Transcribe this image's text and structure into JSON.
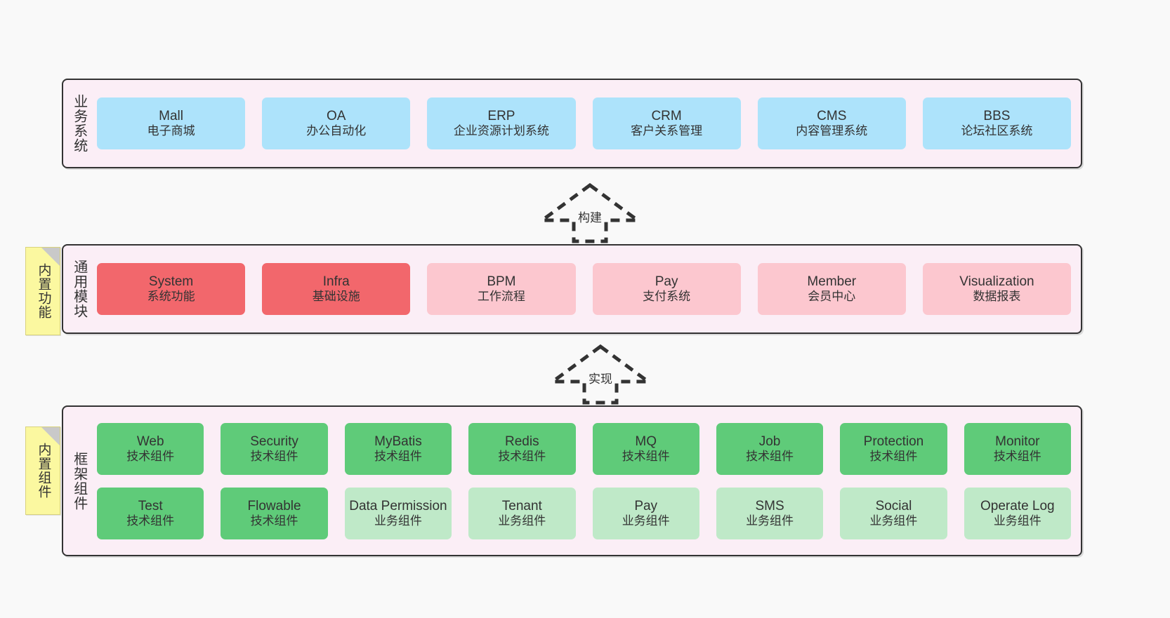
{
  "layers": [
    {
      "id": "business",
      "title": "业务系统",
      "rows": [
        {
          "style": "c-blue",
          "cards": [
            {
              "t1": "Mall",
              "t2": "电子商城"
            },
            {
              "t1": "OA",
              "t2": "办公自动化"
            },
            {
              "t1": "ERP",
              "t2": "企业资源计划系统"
            },
            {
              "t1": "CRM",
              "t2": "客户关系管理"
            },
            {
              "t1": "CMS",
              "t2": "内容管理系统"
            },
            {
              "t1": "BBS",
              "t2": "论坛社区系统"
            }
          ]
        }
      ]
    },
    {
      "id": "modules",
      "title": "通用模块",
      "rows": [
        {
          "cards": [
            {
              "t1": "System",
              "t2": "系统功能",
              "style": "c-red"
            },
            {
              "t1": "Infra",
              "t2": "基础设施",
              "style": "c-red"
            },
            {
              "t1": "BPM",
              "t2": "工作流程",
              "style": "c-pink"
            },
            {
              "t1": "Pay",
              "t2": "支付系统",
              "style": "c-pink"
            },
            {
              "t1": "Member",
              "t2": "会员中心",
              "style": "c-pink"
            },
            {
              "t1": "Visualization",
              "t2": "数据报表",
              "style": "c-pink"
            }
          ]
        }
      ]
    },
    {
      "id": "framework",
      "title": "框架组件",
      "rows": [
        {
          "cards": [
            {
              "t1": "Web",
              "t2": "技术组件",
              "style": "c-green"
            },
            {
              "t1": "Security",
              "t2": "技术组件",
              "style": "c-green"
            },
            {
              "t1": "MyBatis",
              "t2": "技术组件",
              "style": "c-green"
            },
            {
              "t1": "Redis",
              "t2": "技术组件",
              "style": "c-green"
            },
            {
              "t1": "MQ",
              "t2": "技术组件",
              "style": "c-green"
            },
            {
              "t1": "Job",
              "t2": "技术组件",
              "style": "c-green"
            },
            {
              "t1": "Protection",
              "t2": "技术组件",
              "style": "c-green"
            },
            {
              "t1": "Monitor",
              "t2": "技术组件",
              "style": "c-green"
            }
          ]
        },
        {
          "cards": [
            {
              "t1": "Test",
              "t2": "技术组件",
              "style": "c-green"
            },
            {
              "t1": "Flowable",
              "t2": "技术组件",
              "style": "c-green"
            },
            {
              "t1": "Data Permission",
              "t2": "业务组件",
              "style": "c-green-light"
            },
            {
              "t1": "Tenant",
              "t2": "业务组件",
              "style": "c-green-light"
            },
            {
              "t1": "Pay",
              "t2": "业务组件",
              "style": "c-green-light"
            },
            {
              "t1": "SMS",
              "t2": "业务组件",
              "style": "c-green-light"
            },
            {
              "t1": "Social",
              "t2": "业务组件",
              "style": "c-green-light"
            },
            {
              "t1": "Operate Log",
              "t2": "业务组件",
              "style": "c-green-light"
            }
          ]
        }
      ]
    }
  ],
  "notes": [
    {
      "id": "builtin-features",
      "label": "内置功能"
    },
    {
      "id": "builtin-components",
      "label": "内置组件"
    }
  ],
  "arrows": [
    {
      "id": "build",
      "label": "构建"
    },
    {
      "id": "implement",
      "label": "实现"
    }
  ],
  "colors": {
    "canvas_bg": "#f9f9f9",
    "layer_bg": "#fbeef6",
    "layer_border": "#333333",
    "business_card": "#ade3fb",
    "module_card_strong": "#f2676c",
    "module_card_soft": "#fcc7cf",
    "framework_tech_card": "#5fcb79",
    "framework_biz_card": "#bfe9c8",
    "note_bg": "#fbf8a0",
    "note_fold": "#c9c9c9",
    "arrow_stroke": "#333333"
  }
}
